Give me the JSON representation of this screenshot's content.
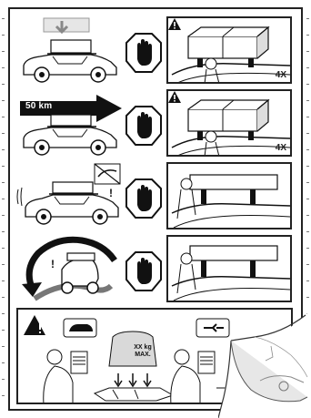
{
  "panels": {
    "row_2": {
      "speed_label": "50 km"
    },
    "counts": {
      "row_1": "4X",
      "row_2": "4X"
    },
    "bottom": {
      "weight_line_1": "XX kg",
      "weight_line_2": "MAX."
    }
  },
  "icons": {
    "prohibition": "stop-hand-icon",
    "warning": "warning-triangle-icon",
    "vehicle": "car-icon",
    "strap": "strap-icon",
    "tilt": "tilt-arrow-icon"
  },
  "colors": {
    "ink": "#111111",
    "frame": "#222222",
    "paper": "#ffffff",
    "light_gray": "#d9d9d9",
    "mid_gray": "#9a9a9a"
  }
}
